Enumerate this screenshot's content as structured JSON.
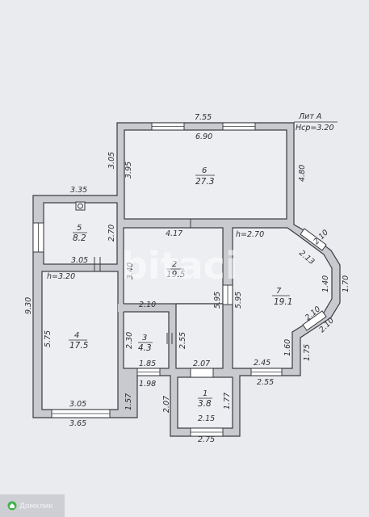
{
  "title": {
    "lit": "Лит А",
    "height": "Нср=3.20"
  },
  "rooms": [
    {
      "num": "1",
      "area": "3.8"
    },
    {
      "num": "2",
      "area": "19.5"
    },
    {
      "num": "3",
      "area": "4.3"
    },
    {
      "num": "4",
      "area": "17.5"
    },
    {
      "num": "5",
      "area": "8.2"
    },
    {
      "num": "6",
      "area": "27.3"
    },
    {
      "num": "7",
      "area": "19.1"
    }
  ],
  "heights": {
    "left": "h=3.20",
    "right": "h=2.70"
  },
  "dimensions": {
    "top_outer": "7.55",
    "top_inner": "6.90",
    "left_top_outer": "3.05",
    "left_top_inner": "3.95",
    "right_top_outer": "4.80",
    "wing_top": "3.35",
    "room5_side": "2.70",
    "mid_wall": "4.17",
    "room5_bottom": "3.05",
    "left_outer": "9.30",
    "room4_side": "5.75",
    "room2_side": "3.40",
    "room2_bottom": "2.10",
    "room2_right_a": "5.95",
    "room7_left": "5.95",
    "bay_a": "2.10",
    "bay_b": "2.13",
    "bay_c": "1.40",
    "bay_right": "1.70",
    "bay_d": "2.10",
    "bay_e": "2.10",
    "room7_lower": "1.60",
    "room7_outer": "1.75",
    "room7_bottom_a": "2.45",
    "room7_bottom_b": "2.55",
    "room3_side": "2.30",
    "room3_right": "2.55",
    "room3_bottom_a": "1.85",
    "room3_bottom_b": "1.98",
    "room4_bottom_a": "3.05",
    "room4_bottom_b": "3.65",
    "room4_right": "1.57",
    "room1_top": "2.07",
    "room1_left": "2.07",
    "room1_right": "1.77",
    "room1_bottom_a": "2.15",
    "room1_bottom_b": "2.75"
  },
  "watermark": "bitaci",
  "logo": "Домклик",
  "colors": {
    "paper": "#eaebef",
    "wall": "#c9cad0",
    "line": "#3a3b40",
    "logo": "#3fb24a"
  }
}
